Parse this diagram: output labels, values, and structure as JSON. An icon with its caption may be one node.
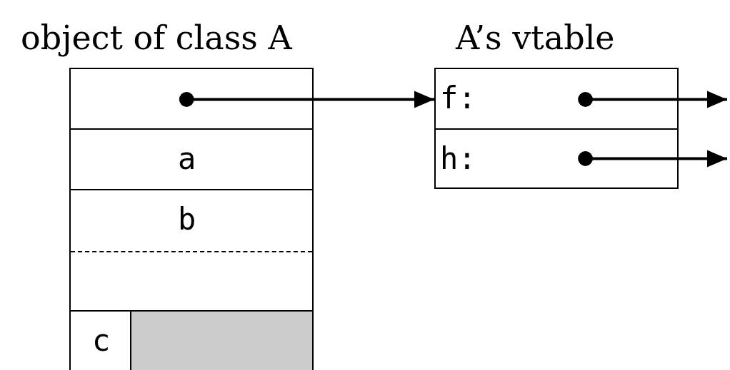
{
  "diagram": {
    "nodes": [
      {
        "text": [
          "object of class A"
        ]
      },
      {
        "text": [],
        "shape": "box",
        "in": 0
      },
      {
        "text": [
          "a"
        ],
        "in": 0
      },
      {
        "text": [
          "b"
        ],
        "in": 0
      },
      {
        "text": [
          "c"
        ],
        "in": 0
      },
      {
        "text": [],
        "shape": "box",
        "in": 0
      },
      {
        "text": [
          "A’s vtable"
        ]
      },
      {
        "text": [
          "f:"
        ],
        "in": 6
      },
      {
        "text": [
          "h:"
        ],
        "in": 6
      }
    ],
    "edges": [
      {
        "from": 1,
        "to": 7,
        "arrow": "to"
      },
      {
        "from": 7,
        "to": null,
        "arrow": "to"
      },
      {
        "from": 8,
        "to": null,
        "arrow": "to"
      }
    ]
  }
}
